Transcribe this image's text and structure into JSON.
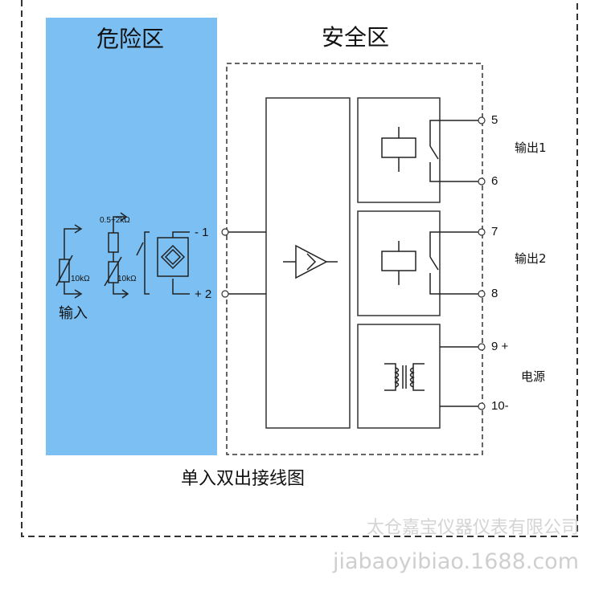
{
  "diagram": {
    "hazard_zone_title": "危险区",
    "safe_zone_title": "安全区",
    "input_label": "输入",
    "range_label": "0.5~2kΩ",
    "resistor_label_1": "10kΩ",
    "resistor_label_2": "10kΩ",
    "input_pins": [
      {
        "num": "- 1"
      },
      {
        "num": "+ 2"
      }
    ],
    "output_pins": [
      {
        "num": "5"
      },
      {
        "num": "6"
      },
      {
        "num": "7"
      },
      {
        "num": "8"
      },
      {
        "num": "9 +"
      },
      {
        "num": "10-"
      }
    ],
    "output1_label": "输出1",
    "output2_label": "输出2",
    "power_label": "电源",
    "caption": "单入双出接线图",
    "colors": {
      "hazard_zone": "#7bbff3",
      "lines": "#222222"
    }
  },
  "watermark": {
    "company": "太仓嘉宝仪器仪表有限公司",
    "site": "jiabaoyibiao.1688.com"
  }
}
